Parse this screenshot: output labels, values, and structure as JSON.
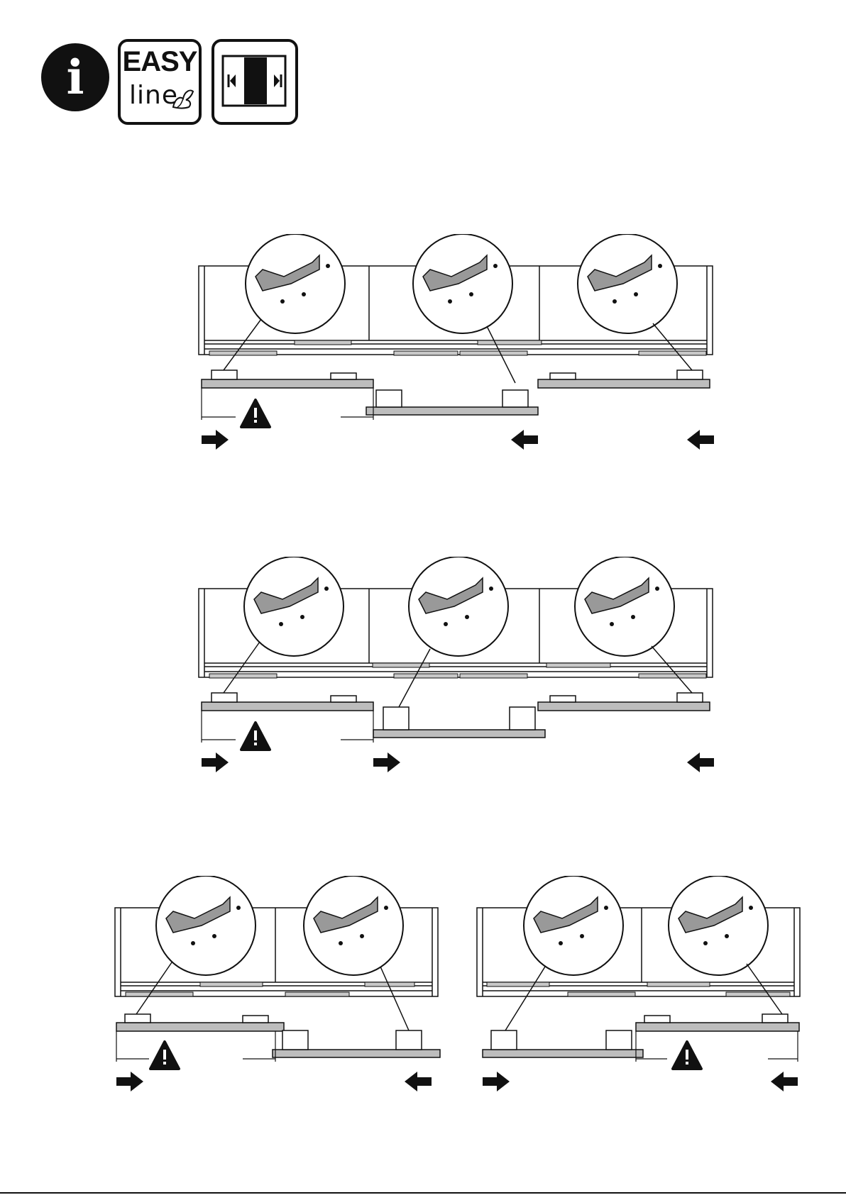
{
  "header": {
    "info_icon": "info-icon",
    "info_glyph": "i",
    "easy_badge": {
      "word_top": "EASY",
      "word_bottom": "line",
      "icon": "butterfly-icon"
    },
    "sliding_badge": {
      "icon": "sliding-door-icon"
    }
  },
  "diagrams": [
    {
      "name": "three-door-step-1",
      "icon": "warning-icon",
      "arrows": [
        "right",
        "left",
        "left"
      ]
    },
    {
      "name": "three-door-step-2",
      "icon": "warning-icon",
      "arrows": [
        "right",
        "right",
        "left"
      ]
    },
    {
      "name": "two-door-left",
      "icon": "warning-icon",
      "arrows": [
        "right",
        "left"
      ]
    },
    {
      "name": "two-door-right",
      "icon": "warning-icon",
      "arrows": [
        "right",
        "left"
      ]
    }
  ],
  "colors": {
    "ink": "#111111",
    "door_fill": "#bdbdbd",
    "rail_fill": "#c8c8c8",
    "paper": "#ffffff"
  }
}
